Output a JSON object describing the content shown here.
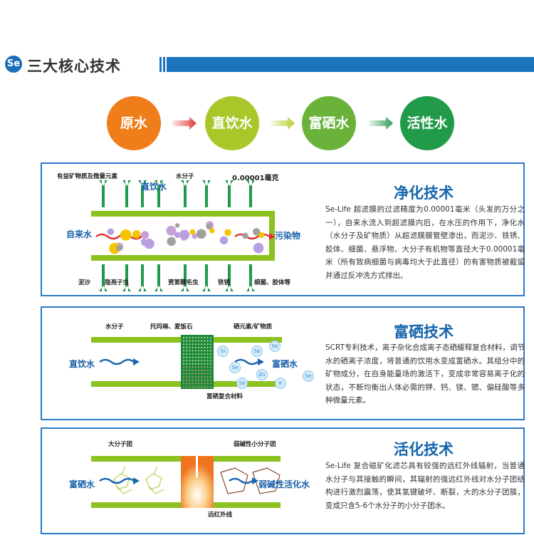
{
  "header": {
    "logo": "Se",
    "title": "三大核心技术"
  },
  "flow": {
    "steps": [
      {
        "label": "原水",
        "color": "#ee7d1a"
      },
      {
        "label": "直饮水",
        "color": "#a8c82a"
      },
      {
        "label": "富硒水",
        "color": "#6ab23a"
      },
      {
        "label": "活性水",
        "color": "#219a4a"
      }
    ],
    "arrow_colors": [
      "#e03a3a",
      "#b3cf30",
      "#2e9a56"
    ]
  },
  "panels": [
    {
      "title": "净化技术",
      "text": "Se-Life 超滤膜的过滤精度为0.00001毫米（头发的万分之一），自来水流入到超滤膜内后，在水压的作用下，净化水（水分子及矿物质）从超滤膜膜管壁渗出，而泥沙、铁锈、胶体、细菌、悬浮物、大分子有机物等直径大于0.00001毫米（所有致病细菌与病毒均大于此直径）的有害物质被截留并通过反冲洗方式排出。",
      "diagram": {
        "in_label": "自来水",
        "out_label": "污染物",
        "top_label": "直饮水",
        "callouts_top": [
          "有益矿物质及微量元素",
          "水分子",
          "0.00001毫克"
        ],
        "callouts_bottom": [
          "泥沙",
          "隐孢子虫",
          "贾第鞭毛虫",
          "铁锈",
          "细菌、胶体等"
        ]
      }
    },
    {
      "title": "富硒技术",
      "text": "SCRT专利技术，离子杂化合成离子态硒缓释复合材料，调节水的硒离子浓度，将普通的饮用水变成富硒水。其组分中的矿物成分，在自身能量场的激活下，变成非常容易离子化的状态，不断均衡出人体必需的钾、钙、镁、锶、偏硅酸等多种微量元素。",
      "diagram": {
        "in_label": "直饮水",
        "out_label": "富硒水",
        "callouts_top": [
          "水分子",
          "托玛琳、麦饭石",
          "硒元素/矿物质"
        ],
        "callouts_bottom": [
          "富硒复合材料"
        ],
        "ions": [
          "Si",
          "Se",
          "Se",
          "Se",
          "Zn",
          "Se",
          "K",
          "Se"
        ]
      }
    },
    {
      "title": "活化技术",
      "text": "Se-Life 复合磁矿化滤芯具有较强的远红外线辐射，当普通水分子与其接触的瞬间，其辐射的强远红外线对水分子团结构进行激烈震荡，使其氢键破坏、断裂，大的水分子团簇，变成只含5-6个水分子的小分子团水。",
      "diagram": {
        "in_label": "富硒水",
        "out_label": "弱碱性活化水",
        "callouts_top": [
          "大分子团",
          "弱碱性小分子团"
        ],
        "callouts_bottom": [
          "远红外线"
        ]
      }
    }
  ]
}
